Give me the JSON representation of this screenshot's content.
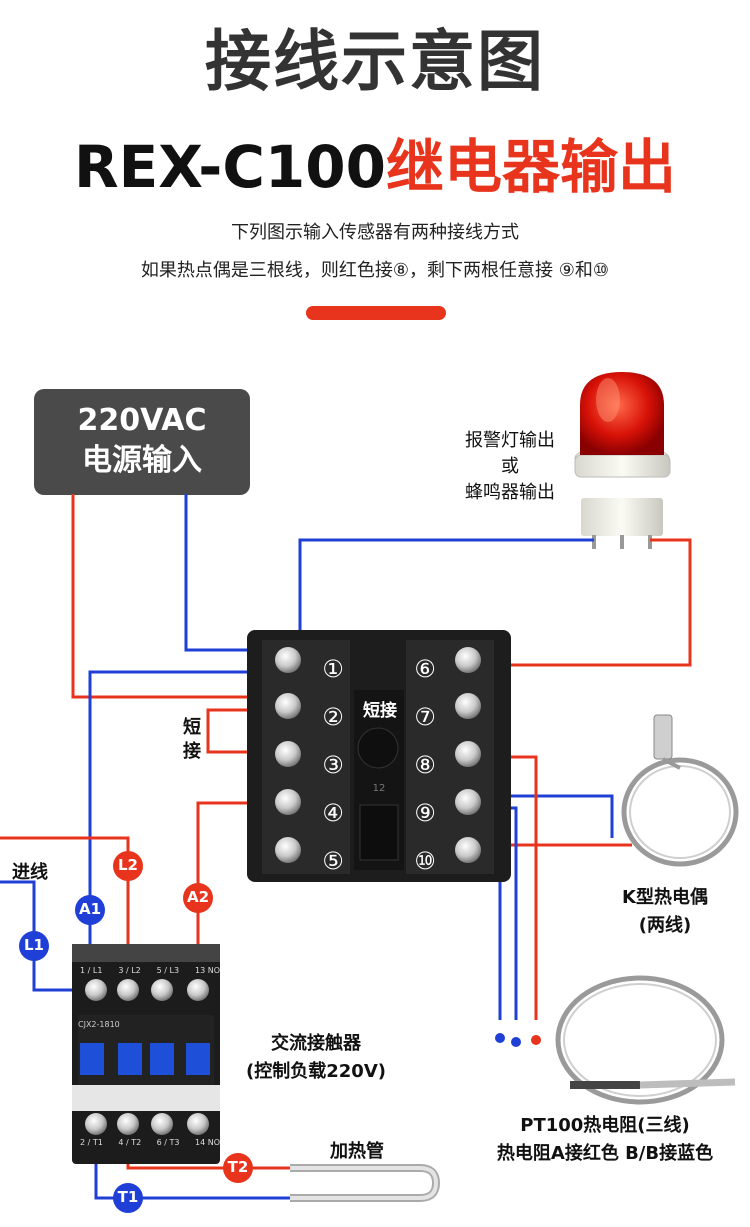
{
  "header": {
    "title": "接线示意图",
    "model": "REX-C100",
    "model_suffix": "继电器输出",
    "line1": "下列图示输入传感器有两种接线方式",
    "line2": "如果热点偶是三根线，则红色接⑧，剩下两根任意接 ⑨和⑩"
  },
  "power": {
    "line1": "220VAC",
    "line2": "电源输入"
  },
  "alarm": {
    "line1": "报警灯输出",
    "line2": "或",
    "line3": "蜂鸣器输出"
  },
  "controller": {
    "terminals_left": [
      "①",
      "②",
      "③",
      "④",
      "⑤"
    ],
    "terminals_right": [
      "⑥",
      "⑦",
      "⑧",
      "⑨",
      "⑩"
    ],
    "short_center": "短接",
    "short_side": [
      "短",
      "接"
    ],
    "mark": "12"
  },
  "contactor": {
    "top_terminals": [
      "1 / L1",
      "3 / L2",
      "5 / L3",
      "13 NO"
    ],
    "bottom_terminals": [
      "2 / T1",
      "4 / T2",
      "6 / T3",
      "14 NO"
    ],
    "model": "CJX2-1810",
    "caption1": "交流接触器",
    "caption2": "(控制负载220V)"
  },
  "badges": {
    "a1": "A1",
    "a2": "A2",
    "l1": "L1",
    "l2": "L2",
    "t1": "T1",
    "t2": "T2"
  },
  "incoming": "进线",
  "heater": "加热管",
  "thermocouple": {
    "line1": "K型热电偶",
    "line2": "(两线)"
  },
  "pt100": {
    "line1": "PT100热电阻(三线)",
    "line2": "热电阻A接红色  B/B接蓝色"
  },
  "colors": {
    "red": "#e8341c",
    "blue": "#1f3fd6",
    "dark": "#1d1d1d",
    "panel": "#4a4a4a"
  }
}
